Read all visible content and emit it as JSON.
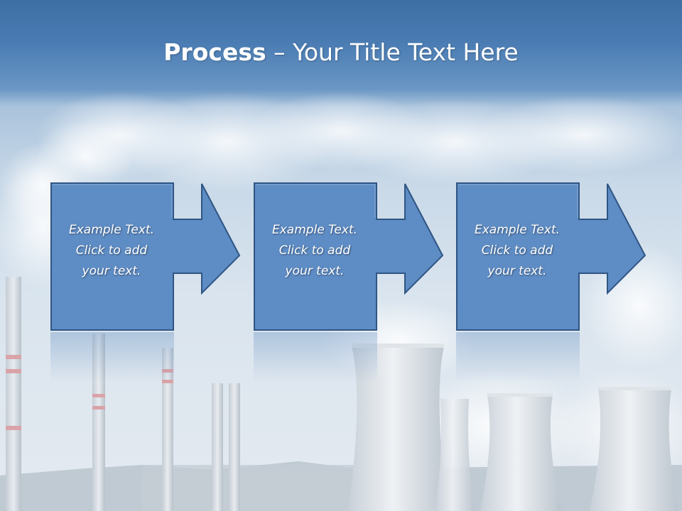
{
  "title": {
    "bold": "Process",
    "rest": " – Your Title Text Here"
  },
  "steps": [
    {
      "line1": "Example Text.",
      "line2": "Click  to add",
      "line3": "your text."
    },
    {
      "line1": "Example Text.",
      "line2": "Click  to add",
      "line3": "your text."
    },
    {
      "line1": "Example Text.",
      "line2": "Click  to add",
      "line3": "your text."
    }
  ],
  "colors": {
    "box_fill": "#5e8cc4",
    "box_stroke": "#2f5583",
    "title_band": "#4a7cb3"
  }
}
